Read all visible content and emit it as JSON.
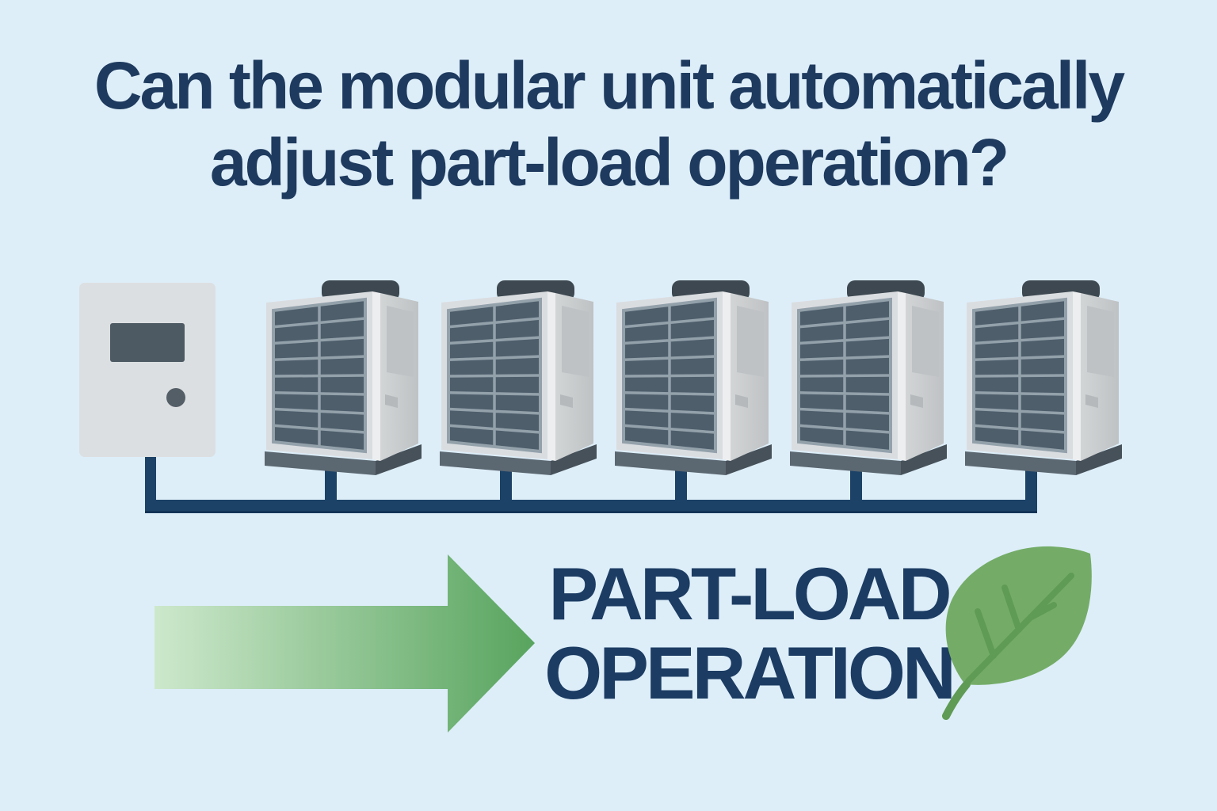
{
  "title": {
    "line1": "Can the modular unit automatically",
    "line2": "adjust part-load operation?"
  },
  "result": {
    "line1": "PART-LOAD",
    "line2": "OPERATION"
  },
  "diagram": {
    "controller": {
      "icon": "controller-icon"
    },
    "units": [
      {
        "icon": "hvac-unit-icon"
      },
      {
        "icon": "hvac-unit-icon"
      },
      {
        "icon": "hvac-unit-icon"
      },
      {
        "icon": "hvac-unit-icon"
      },
      {
        "icon": "hvac-unit-icon"
      }
    ],
    "arrow_icon": "arrow-right-icon",
    "leaf_icon": "leaf-icon"
  },
  "colors": {
    "background": "#ddeef9",
    "title_text": "#1e3a5e",
    "result_text": "#1c3c63",
    "connection_line": "#1c4267",
    "arrow_start": "#cde8cc",
    "arrow_end": "#58a45e",
    "leaf_green": "#74ac67",
    "leaf_vein": "#5f9b54",
    "unit_body": "#dadde0",
    "unit_side": "#c8cbcd",
    "unit_grill": "#4e5e6b",
    "grill_divider": "#93a1ab",
    "unit_cap": "#3d4850",
    "unit_base": "#5b6771",
    "unit_base_side": "#47515a",
    "controller_body": "#dcdfe1",
    "controller_screen": "#4d5a64",
    "controller_button": "#545e67"
  }
}
